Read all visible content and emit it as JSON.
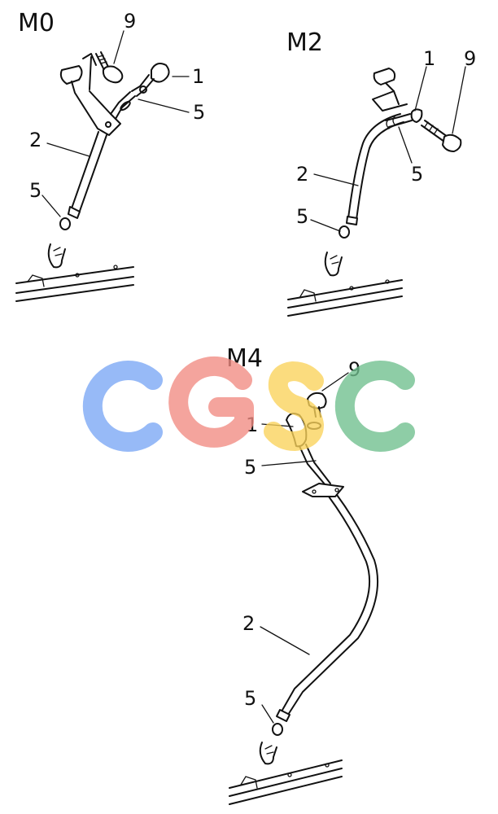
{
  "panels": {
    "m0": {
      "title": "M0",
      "labels": {
        "dipstick": "1",
        "tube": "2",
        "oring_upper": "5",
        "oring_lower": "5",
        "bolt": "9"
      }
    },
    "m2": {
      "title": "M2",
      "labels": {
        "dipstick": "1",
        "tube": "2",
        "oring_upper": "5",
        "oring_lower": "5",
        "bolt": "9"
      }
    },
    "m4": {
      "title": "M4",
      "labels": {
        "dipstick": "1",
        "tube": "2",
        "oring_upper": "5",
        "oring_lower": "5",
        "bolt": "9"
      }
    }
  },
  "watermark": {
    "letters": [
      "C",
      "G",
      "S",
      "C"
    ],
    "colors": [
      "#7aa7f5",
      "#f28b82",
      "#fbd35a",
      "#6fbf8e"
    ]
  }
}
